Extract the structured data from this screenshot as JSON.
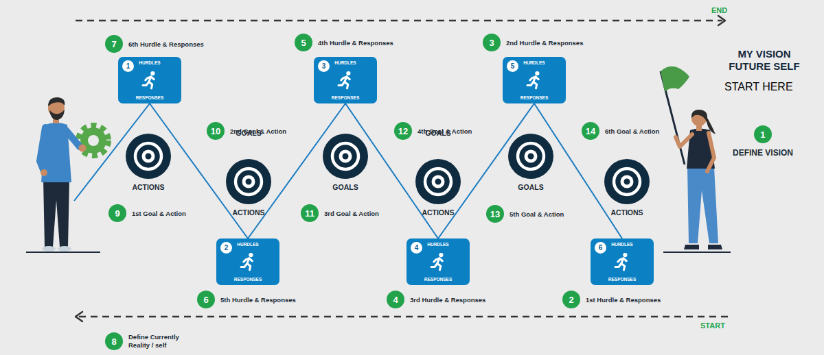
{
  "diagram": {
    "nodes": [
      {
        "text": [
          "1",
          "HURDLES",
          "RESPONSES"
        ]
      },
      {
        "text": [
          "2",
          "HURDLES",
          "RESPONSES"
        ]
      },
      {
        "text": [
          "3",
          "HURDLES",
          "RESPONSES"
        ]
      },
      {
        "text": [
          "4",
          "HURDLES",
          "RESPONSES"
        ]
      },
      {
        "text": [
          "5",
          "HURDLES",
          "RESPONSES"
        ]
      },
      {
        "text": [
          "6",
          "HURDLES",
          "RESPONSES"
        ]
      },
      {
        "text": [
          "1",
          "DEFINE VISION"
        ]
      },
      {
        "text": [
          "2",
          "1st Hurdle & Responses"
        ]
      },
      {
        "text": [
          "3",
          "2nd Hurdle & Responses"
        ]
      },
      {
        "text": [
          "4",
          "3rd Hurdle & Responses"
        ]
      },
      {
        "text": [
          "5",
          "4th Hurdle & Responses"
        ]
      },
      {
        "text": [
          "6",
          "5th Hurdle & Responses"
        ]
      },
      {
        "text": [
          "7",
          "6th Hurdle & Responses"
        ]
      },
      {
        "text": [
          "8",
          "Define Currently Reality / self"
        ]
      },
      {
        "text": [
          "9",
          "1st Goal & Action"
        ]
      },
      {
        "text": [
          "10",
          "2nd Goal & Action"
        ]
      },
      {
        "text": [
          "11",
          "3rd Goal & Action"
        ]
      },
      {
        "text": [
          "12",
          "4th Goal & Action"
        ]
      },
      {
        "text": [
          "13",
          "5th Goal & Action"
        ]
      },
      {
        "text": [
          "14",
          "6th Goal & Action"
        ]
      },
      {
        "text": [
          "ACTIONS"
        ]
      },
      {
        "text": [
          "GOALS",
          "ACTIONS"
        ]
      },
      {
        "text": [
          "GOALS"
        ]
      },
      {
        "text": [
          "GOALS",
          "ACTIONS"
        ]
      },
      {
        "text": [
          "GOALS"
        ]
      },
      {
        "text": [
          "ACTIONS"
        ]
      },
      {
        "text": [
          "START HERE"
        ]
      }
    ],
    "edges": [
      {
        "from": 0,
        "to": 1,
        "arrow": "none"
      },
      {
        "from": 1,
        "to": 2,
        "arrow": "none"
      },
      {
        "from": 2,
        "to": 3,
        "arrow": "none"
      },
      {
        "from": 3,
        "to": 4,
        "arrow": "none"
      },
      {
        "from": 4,
        "to": 5,
        "arrow": "none"
      }
    ],
    "labels": [
      "MY VISION FUTURE SELF",
      "END",
      "START"
    ]
  }
}
